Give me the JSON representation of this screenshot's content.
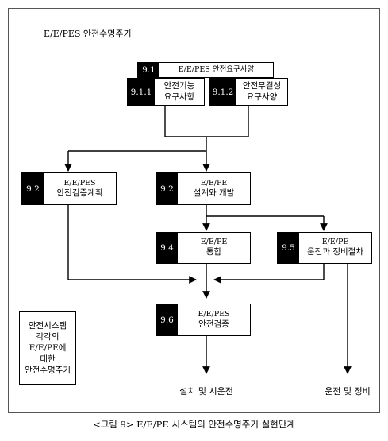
{
  "title": "E/E/PES 안전수명주기",
  "boxes": {
    "b91": {
      "tag": "9.1",
      "line1": "E/E/PES 안전요구사양"
    },
    "b911": {
      "tag": "9.1.1",
      "line1": "안전기능",
      "line2": "요구사항"
    },
    "b912": {
      "tag": "9.1.2",
      "line1": "안전무결성",
      "line2": "요구사양"
    },
    "b92a": {
      "tag": "9.2",
      "line1": "E/E/PES",
      "line2": "안전검증계획"
    },
    "b92b": {
      "tag": "9.2",
      "line1": "E/E/PE",
      "line2": "설계와 개발"
    },
    "b94": {
      "tag": "9.4",
      "line1": "E/E/PE",
      "line2": "통합"
    },
    "b95": {
      "tag": "9.5",
      "line1": "E/E/PE",
      "line2": "운전과 정비절차"
    },
    "b96": {
      "tag": "9.6",
      "line1": "E/E/PES",
      "line2": "안전검증"
    }
  },
  "outputs": {
    "install": "설치 및 시운전",
    "operate": "운전 및 정비"
  },
  "note": {
    "l1": "안전시스템",
    "l2": "각각의",
    "l3": "E/E/PE에",
    "l4": "대한",
    "l5": "안전수명주기"
  },
  "caption": "<그림 9> E/E/PE 시스템의 안전수명주기 실현단계"
}
